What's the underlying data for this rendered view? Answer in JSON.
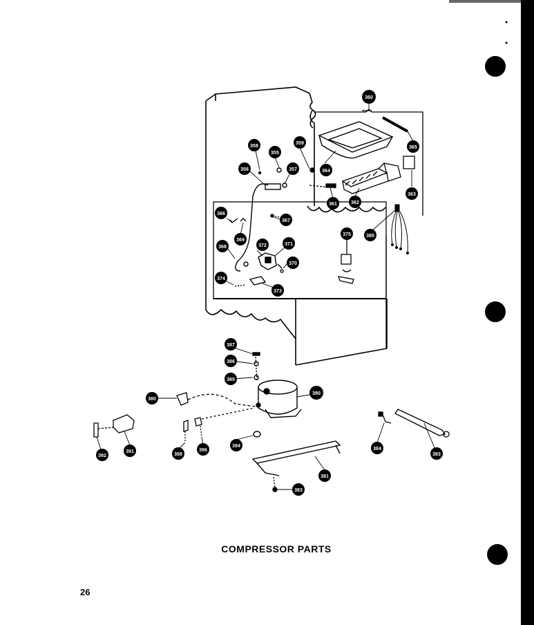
{
  "page": {
    "caption": "COMPRESSOR PARTS",
    "page_number": "26"
  },
  "callouts": {
    "c360": "360",
    "c358": "358",
    "c355": "355",
    "c359": "359",
    "c356": "356",
    "c357": "357",
    "c365": "365",
    "c364": "364",
    "c363": "363",
    "c361": "361",
    "c362": "362",
    "c366": "366",
    "c367": "367",
    "c369": "369",
    "c368": "368",
    "c372": "372",
    "c371": "371",
    "c370": "370",
    "c374": "374",
    "c373": "373",
    "c375": "375",
    "c385": "385",
    "c387": "387",
    "c386": "386",
    "c385b": "385",
    "c380": "380",
    "c390": "390",
    "c392": "392",
    "c391": "391",
    "c388": "388",
    "c396": "396",
    "c394": "394",
    "c381": "381",
    "c383": "383",
    "c384": "384",
    "c383b": "383"
  }
}
